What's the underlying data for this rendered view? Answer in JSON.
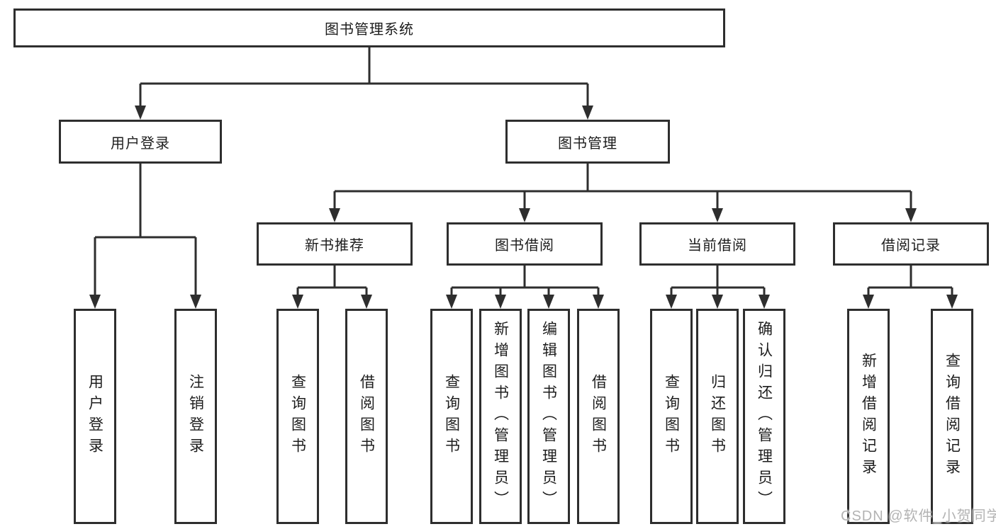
{
  "tree": {
    "root": "图书管理系统",
    "level2": {
      "user_login": "用户登录",
      "book_mgmt": "图书管理"
    },
    "level3": {
      "new_book_rec": "新书推荐",
      "book_borrow": "图书借阅",
      "current_borrow": "当前借阅",
      "borrow_record": "借阅记录"
    },
    "leaves": {
      "ul_login": "用户登录",
      "ul_logout": "注销登录",
      "nbr_query": "查询图书",
      "nbr_borrow": "借阅图书",
      "bb_query": "查询图书",
      "bb_add": "新增图书（管理员）",
      "bb_edit": "编辑图书（管理员）",
      "bb_borrow": "借阅图书",
      "cb_query": "查询图书",
      "cb_return": "归还图书",
      "cb_confirm": "确认归还（管理员）",
      "br_add": "新增借阅记录",
      "br_query": "查询借阅记录"
    }
  },
  "watermark": "CSDN @软件_小贺同学",
  "colors": {
    "line": "#2e2e2e",
    "text": "#1d1d1d",
    "watermark": "#b3b3b3",
    "background": "#ffffff"
  }
}
